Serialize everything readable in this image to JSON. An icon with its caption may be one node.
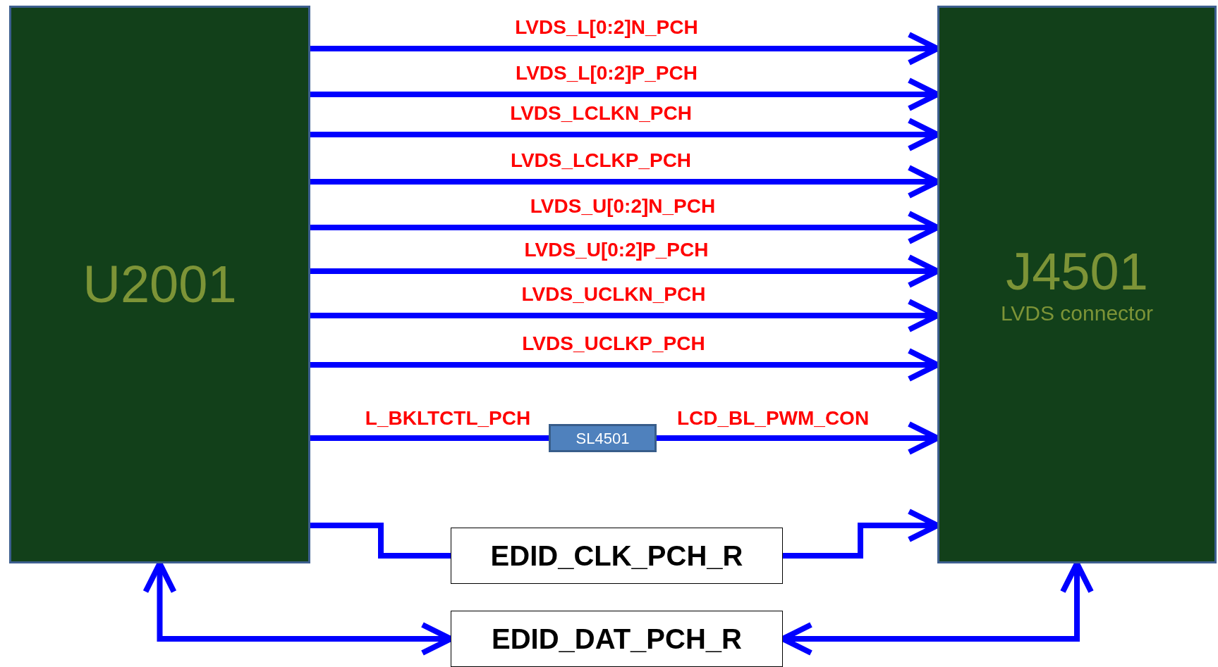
{
  "diagram": {
    "nodes": [
      {
        "text": [
          "U2001"
        ]
      },
      {
        "text": [
          "J4501",
          "LVDS connector"
        ]
      },
      {
        "text": [
          "SL4501"
        ]
      },
      {
        "text": [
          "EDID_CLK_PCH_R"
        ]
      },
      {
        "text": [
          "EDID_DAT_PCH_R"
        ]
      }
    ],
    "edges": [
      {
        "from": 0,
        "to": 1,
        "arrow": "to",
        "label": "LVDS_L[0:2]N_PCH"
      },
      {
        "from": 0,
        "to": 1,
        "arrow": "to",
        "label": "LVDS_L[0:2]P_PCH"
      },
      {
        "from": 0,
        "to": 1,
        "arrow": "to",
        "label": "LVDS_LCLKN_PCH"
      },
      {
        "from": 0,
        "to": 1,
        "arrow": "to",
        "label": "LVDS_LCLKP_PCH"
      },
      {
        "from": 0,
        "to": 1,
        "arrow": "to",
        "label": "LVDS_U[0:2]N_PCH"
      },
      {
        "from": 0,
        "to": 1,
        "arrow": "to",
        "label": "LVDS_U[0:2]P_PCH"
      },
      {
        "from": 0,
        "to": 1,
        "arrow": "to",
        "label": "LVDS_UCLKN_PCH"
      },
      {
        "from": 0,
        "to": 1,
        "arrow": "to",
        "label": "LVDS_UCLKP_PCH"
      },
      {
        "from": 0,
        "to": 2,
        "arrow": "none",
        "label": "L_BKLTCTL_PCH"
      },
      {
        "from": 2,
        "to": 1,
        "arrow": "to",
        "label": "LCD_BL_PWM_CON"
      },
      {
        "from": 0,
        "to": 3,
        "arrow": "none"
      },
      {
        "from": 3,
        "to": 1,
        "arrow": "to"
      },
      {
        "from": 0,
        "to": 4,
        "arrow": "both"
      },
      {
        "from": 4,
        "to": 1,
        "arrow": "both"
      }
    ]
  }
}
